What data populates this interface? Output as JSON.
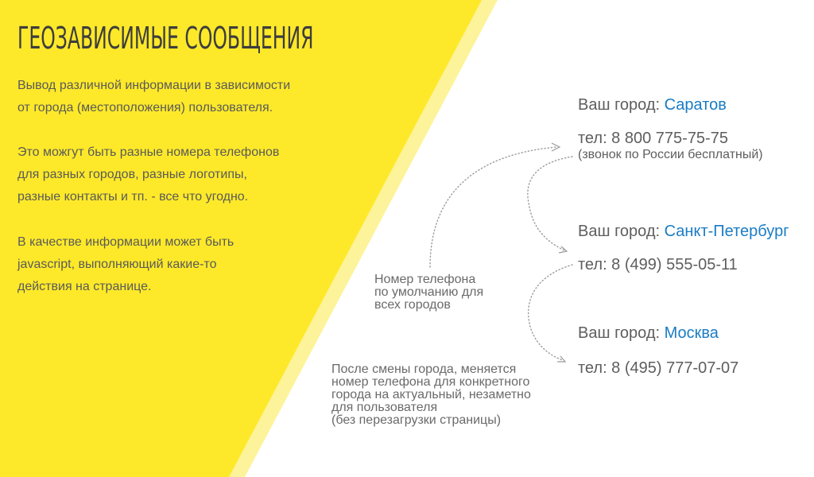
{
  "colors": {
    "yellow_main": "#fde929",
    "yellow_light": "#fdf39a",
    "text_dark": "#3d3d3d",
    "text_body": "#5a5a5a",
    "city_accent": "#1a7cc4",
    "arrow": "#9a9a9a"
  },
  "header": {
    "title": "Геозависимые сообщения"
  },
  "intro": {
    "paragraph1": [
      "Вывод различной информации в зависимости",
      "от города (местоположения) пользователя."
    ],
    "paragraph2": [
      "Это можгут быть разные номера телефонов",
      "для разных городов, разные логотипы,",
      "разные контакты и тп. - все что угодно."
    ],
    "paragraph3": [
      "В качестве информации может быть",
      "javascript, выполняющий какие-то",
      "действия на странице."
    ]
  },
  "cities": [
    {
      "label": "Ваш город: ",
      "city": "Саратов",
      "phone": "тел: 8 800 775-75-75",
      "note": "(звонок по России бесплатный)"
    },
    {
      "label": "Ваш город: ",
      "city": "Санкт-Петербург",
      "phone": "тел: 8 (499) 555-05-11",
      "note": ""
    },
    {
      "label": "Ваш город: ",
      "city": "Москва",
      "phone": "тел: 8 (495) 777-07-07",
      "note": ""
    }
  ],
  "annotations": {
    "default_phone": [
      "Номер телефона",
      "по умолчанию для",
      "всех городов"
    ],
    "after_change": [
      "После смены города, меняется",
      "номер телефона для конкретного",
      "города на актуальный, незаметно",
      "для пользователя",
      "(без перезагрузки страницы)"
    ]
  },
  "icons": {
    "arrow_1": "dotted-curved-arrow",
    "arrow_2": "dotted-curved-arrow",
    "arrow_3": "dotted-curved-arrow"
  }
}
